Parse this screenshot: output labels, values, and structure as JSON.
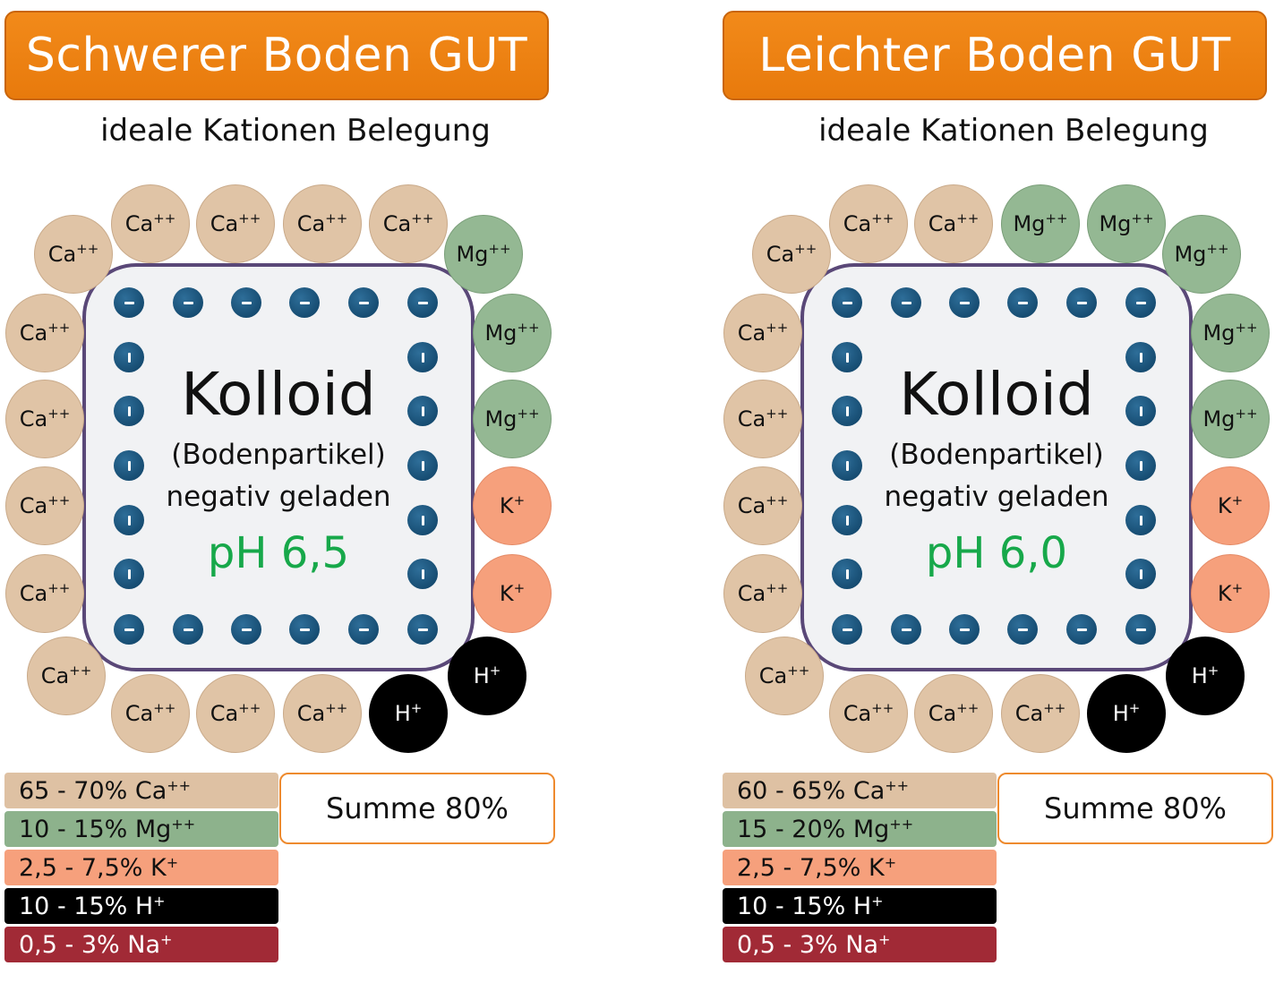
{
  "panels": [
    {
      "title": "Schwerer Boden GUT",
      "subtitle": "ideale Kationen Belegung",
      "colloid": {
        "name": "Kolloid",
        "desc": "(Bodenpartikel)",
        "charge": "negativ geladen",
        "ph": "pH 6,5"
      },
      "ions": [
        {
          "type": "ca",
          "label": "Ca",
          "charge": "++"
        },
        {
          "type": "ca",
          "label": "Ca",
          "charge": "++"
        },
        {
          "type": "ca",
          "label": "Ca",
          "charge": "++"
        },
        {
          "type": "ca",
          "label": "Ca",
          "charge": "++"
        },
        {
          "type": "ca",
          "label": "Ca",
          "charge": "++"
        },
        {
          "type": "mg",
          "label": "Mg",
          "charge": "++"
        },
        {
          "type": "ca",
          "label": "Ca",
          "charge": "++"
        },
        {
          "type": "mg",
          "label": "Mg",
          "charge": "++"
        },
        {
          "type": "ca",
          "label": "Ca",
          "charge": "++"
        },
        {
          "type": "mg",
          "label": "Mg",
          "charge": "++"
        },
        {
          "type": "ca",
          "label": "Ca",
          "charge": "++"
        },
        {
          "type": "k",
          "label": "K",
          "charge": "+"
        },
        {
          "type": "ca",
          "label": "Ca",
          "charge": "++"
        },
        {
          "type": "k",
          "label": "K",
          "charge": "+"
        },
        {
          "type": "ca",
          "label": "Ca",
          "charge": "++"
        },
        {
          "type": "h",
          "label": "H",
          "charge": "+"
        },
        {
          "type": "ca",
          "label": "Ca",
          "charge": "++"
        },
        {
          "type": "ca",
          "label": "Ca",
          "charge": "++"
        },
        {
          "type": "ca",
          "label": "Ca",
          "charge": "++"
        },
        {
          "type": "h",
          "label": "H",
          "charge": "+"
        }
      ],
      "legend": [
        {
          "type": "ca",
          "text": "65 - 70% Ca",
          "charge": "++"
        },
        {
          "type": "mg",
          "text": "10 - 15% Mg",
          "charge": "++"
        },
        {
          "type": "k",
          "text": "2,5 - 7,5% K",
          "charge": "+"
        },
        {
          "type": "h",
          "text": "10 - 15% H",
          "charge": "+"
        },
        {
          "type": "na",
          "text": "0,5 - 3% Na",
          "charge": "+"
        }
      ],
      "sum": "Summe 80%"
    },
    {
      "title": "Leichter Boden GUT",
      "subtitle": "ideale Kationen Belegung",
      "colloid": {
        "name": "Kolloid",
        "desc": "(Bodenpartikel)",
        "charge": "negativ geladen",
        "ph": "pH 6,0"
      },
      "ions": [
        {
          "type": "ca",
          "label": "Ca",
          "charge": "++"
        },
        {
          "type": "ca",
          "label": "Ca",
          "charge": "++"
        },
        {
          "type": "mg",
          "label": "Mg",
          "charge": "++"
        },
        {
          "type": "mg",
          "label": "Mg",
          "charge": "++"
        },
        {
          "type": "ca",
          "label": "Ca",
          "charge": "++"
        },
        {
          "type": "mg",
          "label": "Mg",
          "charge": "++"
        },
        {
          "type": "ca",
          "label": "Ca",
          "charge": "++"
        },
        {
          "type": "mg",
          "label": "Mg",
          "charge": "++"
        },
        {
          "type": "ca",
          "label": "Ca",
          "charge": "++"
        },
        {
          "type": "mg",
          "label": "Mg",
          "charge": "++"
        },
        {
          "type": "ca",
          "label": "Ca",
          "charge": "++"
        },
        {
          "type": "k",
          "label": "K",
          "charge": "+"
        },
        {
          "type": "ca",
          "label": "Ca",
          "charge": "++"
        },
        {
          "type": "k",
          "label": "K",
          "charge": "+"
        },
        {
          "type": "ca",
          "label": "Ca",
          "charge": "++"
        },
        {
          "type": "h",
          "label": "H",
          "charge": "+"
        },
        {
          "type": "ca",
          "label": "Ca",
          "charge": "++"
        },
        {
          "type": "ca",
          "label": "Ca",
          "charge": "++"
        },
        {
          "type": "ca",
          "label": "Ca",
          "charge": "++"
        },
        {
          "type": "h",
          "label": "H",
          "charge": "+"
        }
      ],
      "legend": [
        {
          "type": "ca",
          "text": "60 - 65% Ca",
          "charge": "++"
        },
        {
          "type": "mg",
          "text": "15 - 20% Mg",
          "charge": "++"
        },
        {
          "type": "k",
          "text": "2,5 - 7,5% K",
          "charge": "+"
        },
        {
          "type": "h",
          "text": "10 - 15% H",
          "charge": "+"
        },
        {
          "type": "na",
          "text": "0,5 - 3% Na",
          "charge": "+"
        }
      ],
      "sum": "Summe 80%"
    }
  ]
}
